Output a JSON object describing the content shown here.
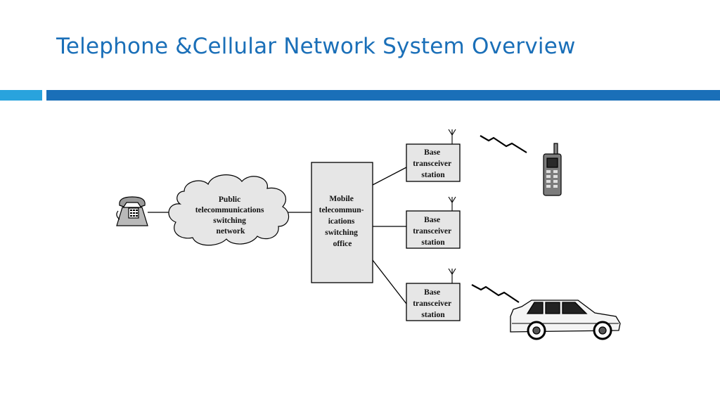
{
  "slide": {
    "title": "Telephone &Cellular Network System Overview"
  },
  "colors": {
    "title": "#1a6fb8",
    "bar_left": "#29a3dd",
    "bar_right": "#1a6fb8",
    "box_fill": "#e6e6e6",
    "cloud_fill": "#e6e6e6"
  },
  "diagram": {
    "cloud": {
      "lines": [
        "Public",
        "telecommunications",
        "switching",
        "network"
      ]
    },
    "office": {
      "lines": [
        "Mobile",
        "telecommun-",
        "ications",
        "switching",
        "office"
      ]
    },
    "stations": [
      {
        "lines": [
          "Base",
          "transceiver",
          "station"
        ]
      },
      {
        "lines": [
          "Base",
          "transceiver",
          "station"
        ]
      },
      {
        "lines": [
          "Base",
          "transceiver",
          "station"
        ]
      }
    ],
    "icons": {
      "telephone": "telephone-icon",
      "mobile_phone": "mobile-phone-icon",
      "car": "car-icon",
      "antenna": "antenna-icon",
      "radio_signal": "radio-signal-icon"
    }
  }
}
